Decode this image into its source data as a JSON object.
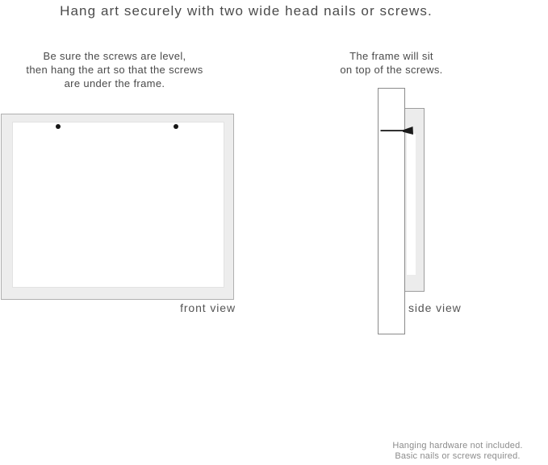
{
  "page": {
    "title": "Hang art securely with two wide head nails or screws.",
    "background_color": "#ffffff"
  },
  "instructions": {
    "front": {
      "lines": [
        "Be sure the screws are level,",
        "then hang the art so that the screws",
        "are under the frame."
      ]
    },
    "side": {
      "lines": [
        "The frame will sit",
        "on top of the screws."
      ]
    }
  },
  "diagrams": {
    "front_view": {
      "label": "front view",
      "frame_fill_color": "#ededed",
      "frame_border_color": "#b0b0b0",
      "art_fill_color": "#ffffff",
      "screw_count": 2,
      "screw_color": "#161616"
    },
    "side_view": {
      "label": "side view",
      "wall_fill_color": "#ffffff",
      "wall_border_color": "#8a8a8a",
      "frame_fill_color": "#ececec",
      "nail_color": "#1a1a1a"
    }
  },
  "footnote": {
    "lines": [
      "Hanging hardware not included.",
      "Basic nails or screws required."
    ]
  },
  "colors": {
    "text_dark": "#4b4b4b",
    "text_label": "#545454",
    "text_muted": "#8c8c8c"
  }
}
